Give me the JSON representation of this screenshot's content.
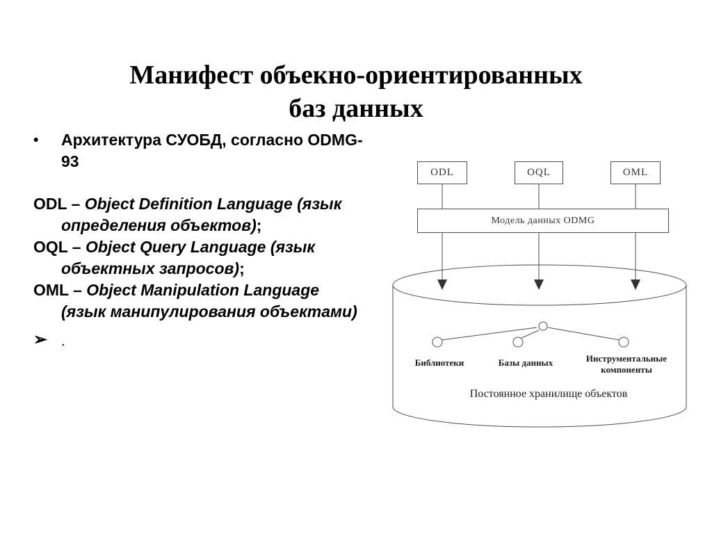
{
  "slide": {
    "title": {
      "line1": "Манифест объекно-ориентированных",
      "line2": "баз данных"
    },
    "bullet": {
      "char": "•",
      "line1": "Архитектура СУОБД, согласно ODMG-",
      "line2": "93"
    },
    "definitions": [
      {
        "lead": "ODL –",
        "top_text": "Object Definition Language (язык",
        "bottom_text": "определения объектов)",
        "punct": ";"
      },
      {
        "lead": "OQL –",
        "top_text": "Object Query Language (язык",
        "bottom_text": "объектных запросов)",
        "punct": ";"
      },
      {
        "lead": "OML –",
        "top_text": "Object Manipulation Language",
        "bottom_text": "(язык манипулирования объектами)",
        "punct": ""
      }
    ],
    "arrow_item": {
      "char": "➢",
      "text": "."
    }
  },
  "diagram": {
    "top_boxes": [
      {
        "label": "ODL"
      },
      {
        "label": "OQL"
      },
      {
        "label": "OML"
      }
    ],
    "model_box_label": "Модель данных ODMG",
    "storage": {
      "leaves": [
        {
          "label": "Библиотеки"
        },
        {
          "label": "Базы данных"
        },
        {
          "label": "Инструментальные компоненты"
        }
      ],
      "caption": "Постоянное хранилище объектов"
    }
  },
  "colors": {
    "background": "#ffffff",
    "text": "#000000",
    "diagram_line": "#4d4d4d"
  }
}
